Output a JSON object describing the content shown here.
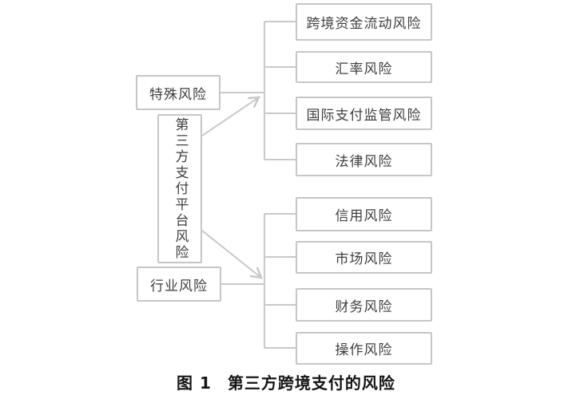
{
  "figure": {
    "root_label": "第三方支付平台风险",
    "branches": [
      {
        "label": "特殊风险",
        "children": [
          "跨境资金流动风险",
          "汇率风险",
          "国际支付监管风险",
          "法律风险"
        ]
      },
      {
        "label": "行业风险",
        "children": [
          "信用风险",
          "市场风险",
          "财务风险",
          "操作风险"
        ]
      }
    ],
    "caption_label": "图 1",
    "caption_title": "第三方跨境支付的风险"
  },
  "colors": {
    "line": "#c9c9c9",
    "border": "#c6c6c6",
    "text": "#3f3f3f",
    "caption": "#151515",
    "background": "#ffffff"
  }
}
